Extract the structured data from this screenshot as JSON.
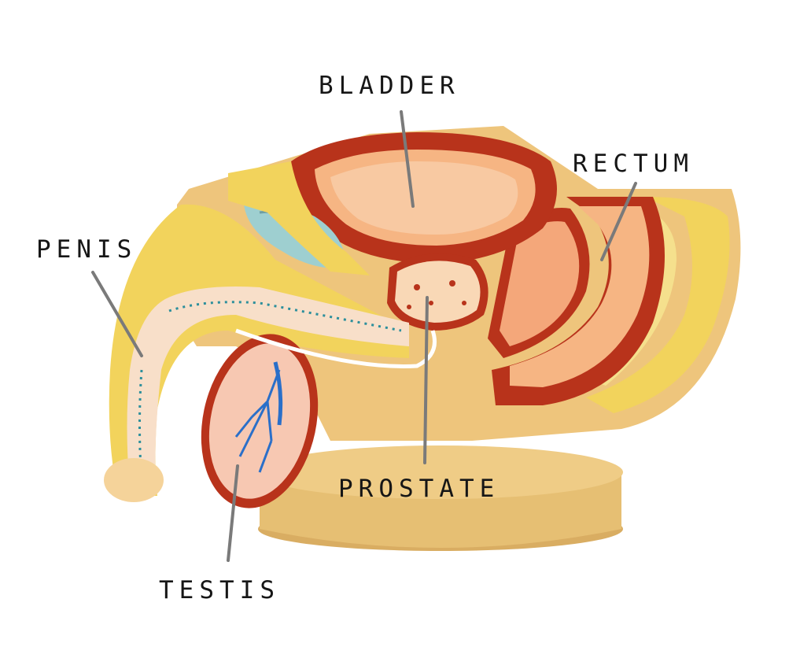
{
  "labels": {
    "bladder": "BLADDER",
    "rectum": "RECTUM",
    "penis": "PENIS",
    "prostate": "PROSTATE",
    "testis": "TESTIS"
  },
  "colors": {
    "background": "#ffffff",
    "model_base": "#e8c178",
    "fat": "#f2d35c",
    "muscle_wall": "#b8331b",
    "flesh": "#f6b583",
    "cavity": "#f8c9a2",
    "seminal_vesicle": "#9ecfd0",
    "leader_line": "#7a7a7a",
    "vas": "#2a6fc9"
  }
}
